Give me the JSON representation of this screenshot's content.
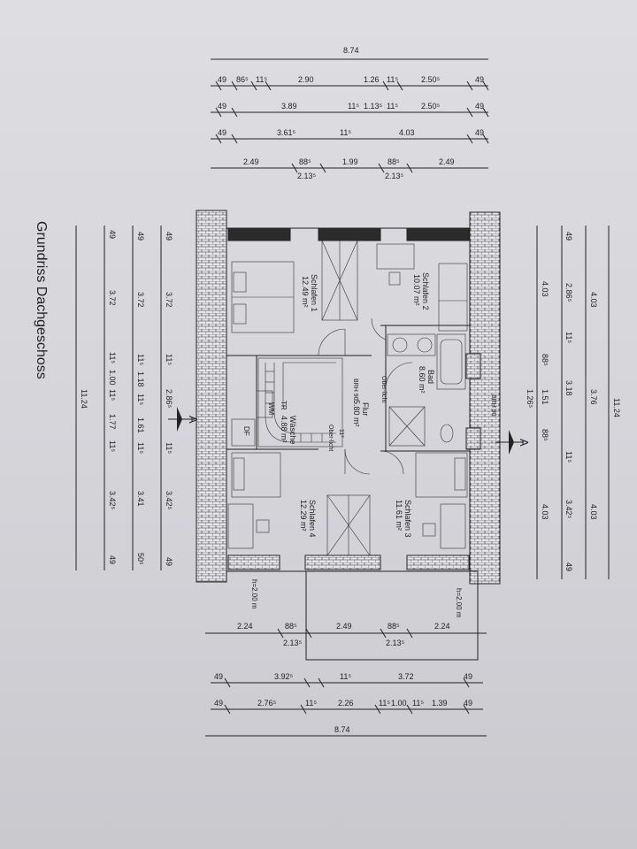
{
  "title": "Grundriss Dachgeschoss",
  "top_dims": {
    "overall": "8.74",
    "row1": [
      "49",
      "86⁵",
      "11⁵",
      "2.90",
      "1.26",
      "11⁵",
      "2.50⁵",
      "49"
    ],
    "row2": [
      "49",
      "3.89",
      "11⁵",
      "1.13⁵",
      "11⁵",
      "2.50⁵",
      "49"
    ],
    "row3": [
      "49",
      "3.61⁵",
      "11⁵",
      "4.03",
      "49"
    ],
    "row4": [
      "2.49",
      "88⁵",
      "1.99",
      "88⁵",
      "2.49"
    ],
    "row4_sub": [
      "2.13⁵",
      "2.13⁵"
    ]
  },
  "bottom_dims": {
    "row_window": [
      "2.24",
      "88⁵",
      "2.49",
      "88⁵",
      "2.24"
    ],
    "row_window_sub": [
      "2.13⁵",
      "2.13⁵"
    ],
    "row1": [
      "49",
      "3.92⁵",
      "11⁵",
      "3.72",
      "49"
    ],
    "row2": [
      "49",
      "2.76⁵",
      "11⁵",
      "2.26",
      "11⁵",
      "1.00",
      "11⁵",
      "1.39",
      "49"
    ],
    "overall": "8.74"
  },
  "right_dims": {
    "overall": "11.24",
    "row1": [
      "4.03",
      "4.03"
    ],
    "row2": [
      "49",
      "2.86⁵",
      "11⁵",
      "3.18",
      "11⁵",
      "3.42⁵",
      "49"
    ],
    "row3": [
      "4.03",
      "88⁵",
      "1.51",
      "88⁵",
      "4.03"
    ],
    "row3_sub": [
      "1.26⁵"
    ],
    "row4": [
      "3.76"
    ]
  },
  "left_dims": {
    "row1": [
      "49",
      "3.72",
      "11⁵",
      "2.86⁵",
      "11⁵",
      "3.42⁵",
      "49"
    ],
    "row2": [
      "49",
      "3.72",
      "11⁵",
      "1.18",
      "11⁵",
      "1.61",
      "11⁵",
      "3.41",
      "50⁵"
    ],
    "row3": [
      "49",
      "3.72",
      "11⁵",
      "1.00",
      "11⁵",
      "1.77",
      "11⁵",
      "3.42⁵",
      "49"
    ],
    "overall": "11.24"
  },
  "rooms": [
    {
      "name": "Schlafen 1",
      "area": "12.49 m²"
    },
    {
      "name": "Schlafen 2",
      "area": "10.07 m²"
    },
    {
      "name": "Bad",
      "area": "8.60 m²"
    },
    {
      "name": "Flur",
      "area": "5.80 m²"
    },
    {
      "name": "Wäsche",
      "area": "4.88 m²"
    },
    {
      "name": "Schlafen 4",
      "area": "12.29 m²"
    },
    {
      "name": "Schlafen 3",
      "area": "11.61 m²"
    }
  ],
  "labels": {
    "oberlicht1": "Ober-licht",
    "oberlicht2": "Ober-licht",
    "brh1": "BRH 90",
    "brh2": "BRH 90",
    "stair_w": "11³",
    "tr": "TR",
    "wm": "WM",
    "df": "DF",
    "h1": "h=2.00 m",
    "h2": "h=2.00 m",
    "section_left": "A",
    "section_right": "A"
  }
}
